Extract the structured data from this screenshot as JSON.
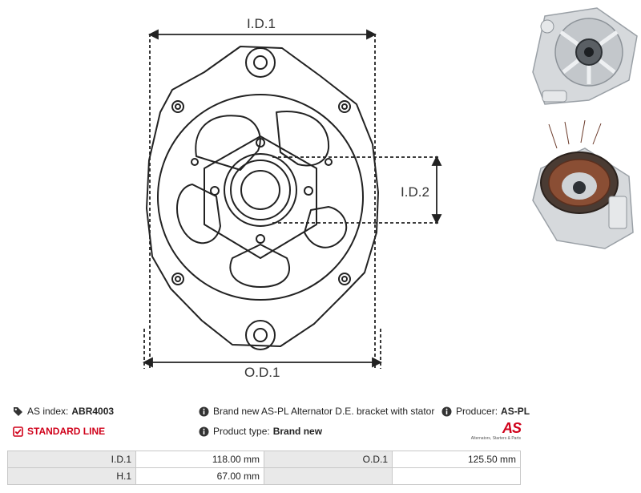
{
  "drawing": {
    "labels": {
      "id1": "I.D.1",
      "id2": "I.D.2",
      "od1": "O.D.1"
    }
  },
  "info": {
    "index_label": "AS index:",
    "index_value": "ABR4003",
    "line_label": "STANDARD LINE",
    "description": "Brand new AS-PL Alternator D.E. bracket with stator",
    "type_label": "Product type:",
    "type_value": "Brand new",
    "producer_label": "Producer:",
    "producer_value": "AS-PL"
  },
  "logo": {
    "mark": "AS",
    "tagline": "Alternators, Starters & Parts"
  },
  "specs": [
    {
      "k1": "I.D.1",
      "v1": "118.00 mm",
      "k2": "O.D.1",
      "v2": "125.50 mm"
    },
    {
      "k1": "H.1",
      "v1": "67.00 mm",
      "k2": "",
      "v2": ""
    }
  ],
  "colors": {
    "accent": "#d0021b",
    "table_header_bg": "#e9e9e9",
    "line": "#222222"
  },
  "icons": {
    "index": "tag-icon",
    "line": "checkbox-icon",
    "info": "info-circle-icon"
  }
}
